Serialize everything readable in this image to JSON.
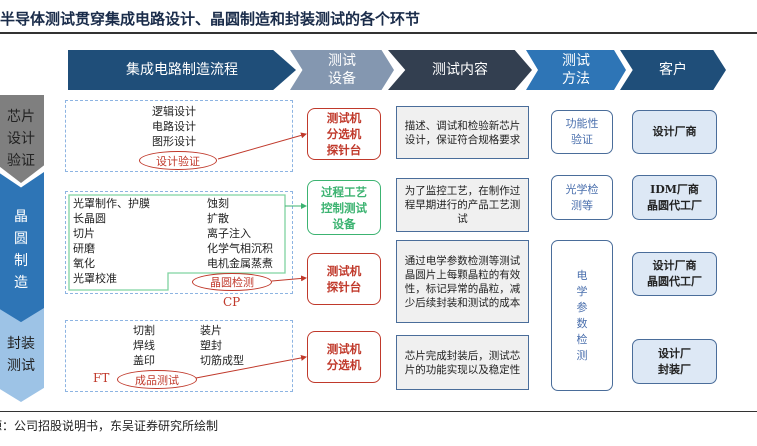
{
  "title": "半导体测试贯穿集成电路设计、晶圆制造和封装测试的各个环节",
  "headers": [
    "集成电路制造流程",
    "测试\n设备",
    "测试内容",
    "测试\n方法",
    "客户"
  ],
  "stages": [
    "芯片\n设计\n验证",
    "晶\n圆\n制\n造",
    "封装\n测试"
  ],
  "design": {
    "items": "逻辑设计\n电路设计\n图形设计",
    "highlight": "设计验证"
  },
  "wafer": {
    "left": "光罩制作、护膜\n长晶圆\n切片\n研磨\n氧化\n光罩校准",
    "right": "蚀刻\n扩散\n离子注入\n化学气相沉积\n电机金属蒸煮",
    "highlight": "晶圆检测",
    "tag": "CP"
  },
  "package": {
    "left": "切割\n焊线\n盖印",
    "right": "装片\n塑封\n切筋成型",
    "highlight": "成品测试",
    "tag": "FT"
  },
  "equipment": [
    "测试机\n分选机\n探针台",
    "过程工艺\n控制测试\n设备",
    "测试机\n探针台",
    "测试机\n分选机"
  ],
  "content": [
    "描述、调试和检验新芯片设计，保证符合规格要求",
    "为了监控工艺，在制作过程早期进行的产品工艺测试",
    "通过电学参数检测等测试晶圆片上每颗晶粒的有效性，标记异常的晶粒，减少后续封装和测试的成本",
    "芯片完成封装后，测试芯片的功能实现以及稳定性"
  ],
  "methods": [
    "功能性\n验证",
    "光学检\n测等",
    "电\n学\n参\n数\n检\n测"
  ],
  "customers": [
    "设计厂商",
    "IDM厂商\n晶圆代工厂",
    "设计厂商\n晶圆代工厂",
    "设计厂\n封装厂"
  ],
  "source": "源：公司招股说明书，东吴证券研究所绘制",
  "colors": {
    "navy": "#1f4e79",
    "steel": "#8497b0",
    "slate": "#333f50",
    "blue": "#2e75b6",
    "red": "#c0392b",
    "green": "#3cb371"
  }
}
